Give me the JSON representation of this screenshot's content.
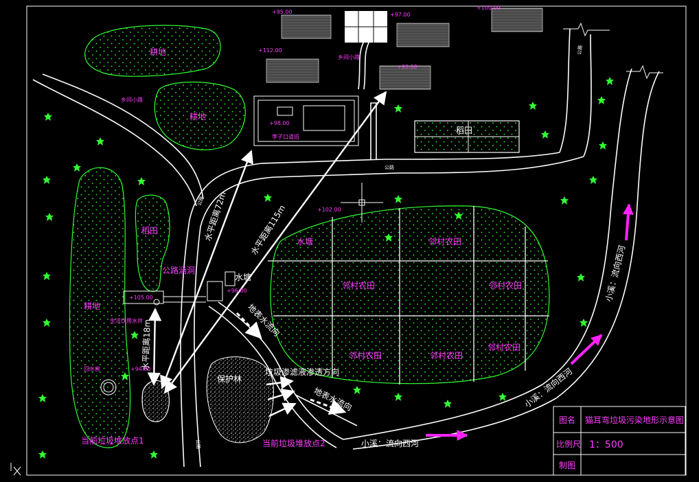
{
  "labels": {
    "farm_top": "耕地",
    "farm_mid": "耕地",
    "village_path_1": "乡间小路",
    "village_path_2": "乡间小路",
    "village": "李子口道班",
    "paddy_top": "稻田",
    "paddy_left": "稻田",
    "farm_left": "耕地",
    "road_1": "公路",
    "road_2": "公路",
    "road_3": "公路",
    "road_4": "公路",
    "culvert": "公路涵洞",
    "pond_left": "水塘",
    "pond_right": "水塘",
    "field_1": "邻村农田",
    "field_2": "邻村农田",
    "field_3": "邻村农田",
    "field_4": "邻村农田",
    "field_5": "邻村农田",
    "field_6": "邻村农田",
    "well": "生活饮用水井",
    "cesspit": "回水窖",
    "forest": "保护林",
    "leachate": "垃圾渗滤液渗透方向",
    "flow_1": "地表水流向",
    "flow_2": "地表水流向",
    "dump1": "当前垃圾堆放点1",
    "dump2": "当前垃圾堆放点2",
    "stream_bottom": "小溪：流向西河",
    "stream_right": "小溪：流向西河",
    "stream_right2": "小溪：流向西河",
    "dist_72": "水平距离72m",
    "dist_115": "水平距离115m",
    "dist_18": "水平距离18m"
  },
  "elevations": {
    "e1": "+95.00",
    "e2": "+97.00",
    "e3": "+100.00",
    "e4": "+112.00",
    "e5": "+98.00",
    "e6": "+102.00",
    "e7": "+105.00",
    "e8": "+96.00",
    "e9": "+94.00",
    "e10": "+93.00"
  },
  "title_block": {
    "name_label": "图名",
    "name_value": "猫耳弯垃圾污染地形示意图",
    "scale_label": "比例尺",
    "scale_value": "1：500",
    "drawn_label": "制图",
    "drawn_value": ""
  },
  "colors": {
    "background": "#000000",
    "boundary": "#33ff33",
    "dots": "#33ff33",
    "roads": "#ffffff",
    "labels": "#ff3cff",
    "arrows_pink": "#ff22ff",
    "trees": "#33ff33"
  }
}
